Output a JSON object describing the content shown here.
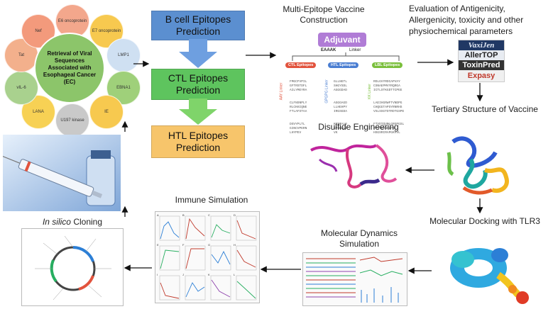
{
  "flower": {
    "center_label": "Retrieval of Viral Sequences Associated with Esophageal Cancer (EC)",
    "petals": [
      "E6 oncoprotein",
      "E7 oncoprotein",
      "LMP1",
      "EBNA1",
      "IE",
      "U197 kinase",
      "LANA",
      "vIL-6",
      "Tat",
      "Nef"
    ]
  },
  "epitopes": {
    "b_cell": "B cell Epitopes Prediction",
    "ctl": "CTL Epitopes Prediction",
    "htl": "HTL Epitopes Prediction"
  },
  "vaccine": {
    "title": "Multi-Epitope Vaccine Construction",
    "adjuvant": "Adjuvant",
    "eaaak": "EAAAK",
    "linker": "Linker",
    "ctl_label": "CTL Epitopes",
    "htl_label": "HTL Epitopes",
    "lbl_label": "LBL Epitopes",
    "aay_linker": "AAY Linker",
    "gpgpg_linker": "GPGPG Linker",
    "kk_linker": "KK Linker",
    "ctl_seqs": [
      "FMGCFVPIL",
      "GFTRSTDFL",
      "AILYMEYRA",
      "CLFNSNPLY",
      "RLCKKIQNE",
      "FTLAFSTAA",
      "DSVYPLTL",
      "GINCVPERN",
      "LHYPEV"
    ],
    "htl_seqs": [
      "GLLNGTL",
      "SHGYSDL",
      "AGGGDAD",
      "AGGGAGD",
      "LLHEHPY",
      "IRGSGDA",
      "KEDTALS",
      "SPSDALS",
      "VK"
    ],
    "lbl_seqs": [
      "RDLGVYRDCAPVAY",
      "CSNAEPMVYRQRGA",
      "ICTLSTKGDTTCPEE",
      "LAEIHGRWFTVNDPG",
      "CHQGGTAPSYRNRHS",
      "VSLSSGTDTRDTGSPE",
      "FTVDTQVPLGRGPGSL",
      "PTVTQVNHLPH",
      "HSGSRIRAPGKVVL"
    ]
  },
  "evaluation": {
    "title": "Evaluation of Antigenicity, Allergenicity, toxicity and other physiochemical parameters",
    "logos": [
      "VaxiJen",
      "AllerTOP",
      "ToxinPred",
      "Expasy"
    ]
  },
  "tertiary": {
    "title": "Tertiary Structure of Vaccine"
  },
  "disulfide": {
    "title": "Disulfide Engineering"
  },
  "docking": {
    "title": "Molecular Docking with TLR3"
  },
  "md": {
    "title": "Molecular Dynamics Simulation"
  },
  "immune": {
    "title": "Immune Simulation",
    "panel_letters": [
      "A",
      "B",
      "C",
      "D",
      "E",
      "F",
      "G",
      "H",
      "I",
      "J",
      "K",
      "L"
    ]
  },
  "cloning": {
    "title_italic": "In silico",
    "title_rest": "Cloning"
  },
  "colors": {
    "b_cell_box": "#5b8fd0",
    "ctl_box": "#5ec45e",
    "htl_box": "#f7c56b",
    "arrow_blue": "#6e9fe0",
    "arrow_green": "#7fd46a",
    "adjuvant_bg": "#b07cd6",
    "ctl_red": "#e2533d",
    "htl_blue": "#4a7ed2",
    "lbl_green": "#7bbf3c"
  }
}
